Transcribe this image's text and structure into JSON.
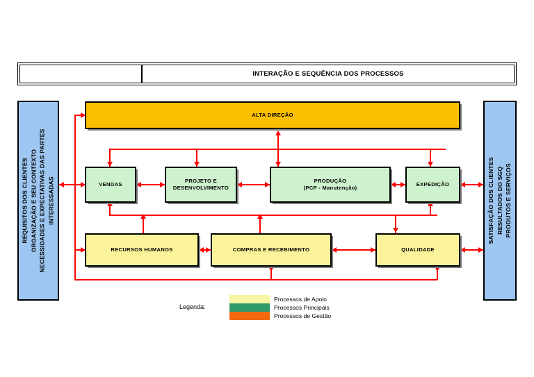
{
  "header": {
    "left_cell": "",
    "title": "INTERAÇÃO E SEQUÊNCIA DOS PROCESSOS"
  },
  "panels": {
    "left": {
      "lines": [
        "REQUISITOS DOS CLIENTES",
        "ORGANIZAÇÃO E SEU CONTEXTO",
        "NECESSIDADES E EXPECTATIVAS DAS PARTES",
        "INTERESSADAS"
      ],
      "color": "#9dc6f0"
    },
    "right": {
      "lines": [
        "SATISFAÇÃO DOS CLIENTES",
        "RESULTADOS DO SGQ",
        "PRODUTOS E SERVIÇOS"
      ],
      "color": "#9dc6f0"
    }
  },
  "processes": {
    "management": [
      {
        "id": "alta-direcao",
        "lines": [
          "ALTA DIREÇÃO"
        ],
        "color": "#fbbf00"
      }
    ],
    "main": [
      {
        "id": "vendas",
        "lines": [
          "VENDAS"
        ],
        "color": "#cdf2cd"
      },
      {
        "id": "projeto-desenvolvimento",
        "lines": [
          "PROJETO E",
          "DESENVOLVIMENTO"
        ],
        "color": "#cdf2cd"
      },
      {
        "id": "producao",
        "lines": [
          "PRODUÇÃO",
          "(PCP - Manutenção)"
        ],
        "color": "#cdf2cd"
      },
      {
        "id": "expedicao",
        "lines": [
          "EXPEDIÇÃO"
        ],
        "color": "#cdf2cd"
      }
    ],
    "support": [
      {
        "id": "recursos-humanos",
        "lines": [
          "RECURSOS HUMANOS"
        ],
        "color": "#faf39a"
      },
      {
        "id": "compras-recebimento",
        "lines": [
          "COMPRAS E RECEBIMENTO"
        ],
        "color": "#faf39a"
      },
      {
        "id": "qualidade",
        "lines": [
          "QUALIDADE"
        ],
        "color": "#faf39a"
      }
    ]
  },
  "legend": {
    "label": "Legenda:",
    "items": [
      {
        "swatch": "#f7f4a4",
        "text": "Processos de Apoio"
      },
      {
        "swatch": "#309a68",
        "text": "Processos Principais"
      },
      {
        "swatch": "#f4690f",
        "text": "Processos de Gestão"
      }
    ]
  },
  "connector_color": "#fe0000"
}
